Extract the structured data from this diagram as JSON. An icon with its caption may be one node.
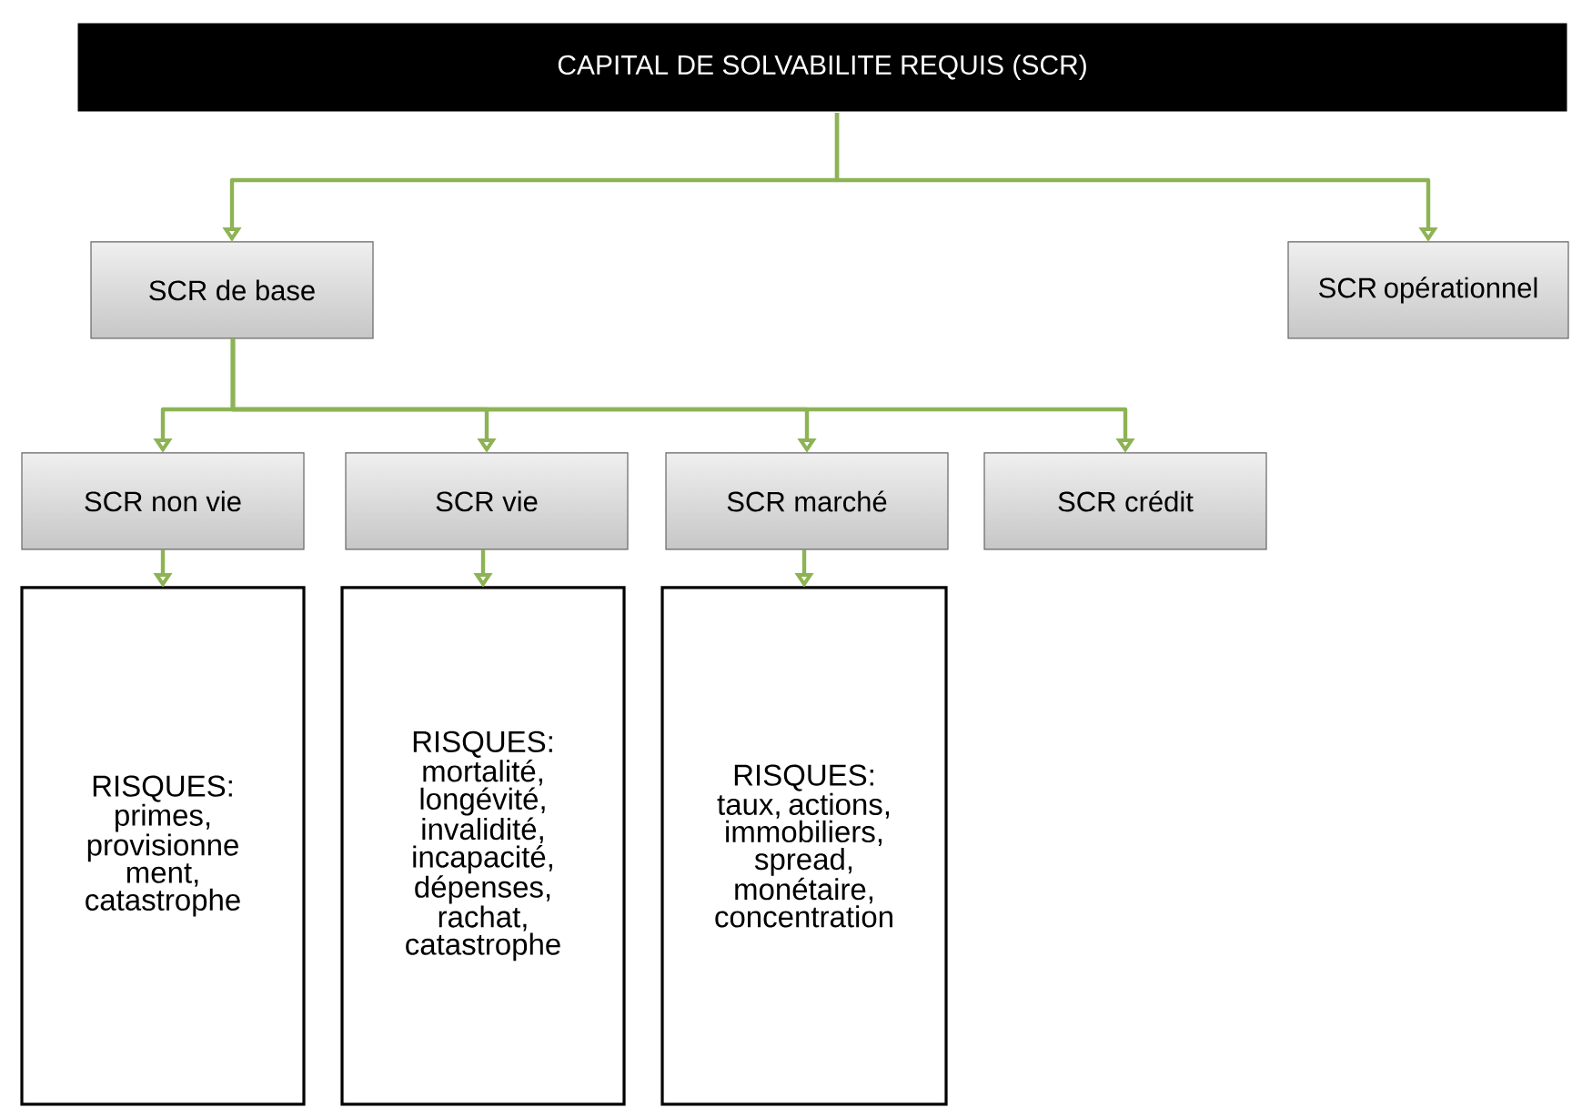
{
  "diagram": {
    "nodes": [
      {
        "text": [
          "CAPITAL DE SOLVABILITE REQUIS (SCR)"
        ]
      },
      {
        "text": [
          "SCR de base"
        ]
      },
      {
        "text": [
          "SCR opérationnel"
        ]
      },
      {
        "text": [
          "SCR non vie"
        ]
      },
      {
        "text": [
          "SCR vie"
        ]
      },
      {
        "text": [
          "SCR marché"
        ]
      },
      {
        "text": [
          "SCR crédit"
        ]
      },
      {
        "text": [
          "RISQUES: primes, provisionne ment, catastrophe"
        ]
      },
      {
        "text": [
          "RISQUES: mortalité, longévité, invalidité, incapacité, dépenses, rachat, catastrophe"
        ]
      },
      {
        "text": [
          "RISQUES: taux, actions, immobiliers, spread, monétaire, concentration"
        ]
      }
    ],
    "edges": [
      {
        "from": 0,
        "to": 1,
        "arrow": "to"
      },
      {
        "from": 0,
        "to": 2,
        "arrow": "to"
      },
      {
        "from": 1,
        "to": 3,
        "arrow": "to"
      },
      {
        "from": 1,
        "to": 4,
        "arrow": "to"
      },
      {
        "from": 1,
        "to": 5,
        "arrow": "to"
      },
      {
        "from": 1,
        "to": 6,
        "arrow": "to"
      },
      {
        "from": 3,
        "to": 7,
        "arrow": "to"
      },
      {
        "from": 4,
        "to": 8,
        "arrow": "to"
      },
      {
        "from": 5,
        "to": 9,
        "arrow": "to"
      }
    ]
  }
}
